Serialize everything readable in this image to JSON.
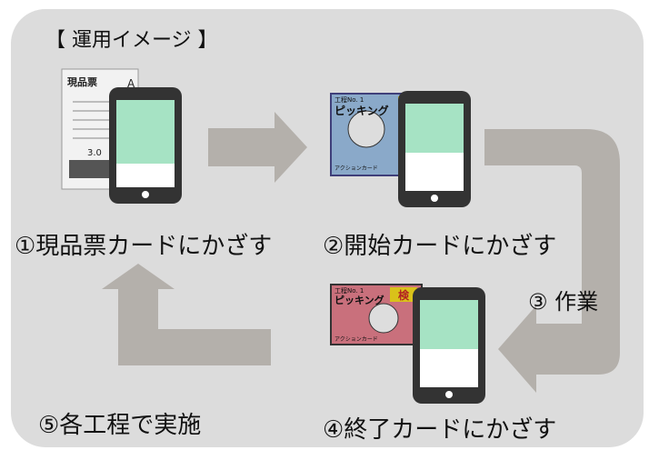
{
  "title": "【 運用イメージ 】",
  "steps": [
    {
      "label": "①現品票カードにかざす"
    },
    {
      "label": "②開始カードにかざす"
    },
    {
      "label": "③ 作業"
    },
    {
      "label": "④終了カードにかざす"
    },
    {
      "label": "⑤各工程で実施"
    }
  ],
  "cards": {
    "genpinhyo": {
      "title": "現品票",
      "rows": [
        "A",
        "3.0"
      ]
    },
    "start": {
      "line1": "工程No. 1",
      "line2": "ピッキング",
      "footer": "アクションカード"
    },
    "end": {
      "line1": "工程No. 1",
      "line2": "ピッキング",
      "stamp": "検",
      "footer": "アクションカード"
    }
  },
  "colors": {
    "background": "#dcdcdc",
    "arrow": "#b4b0ab",
    "phone": "#333333",
    "screen": "#a6e3c4",
    "start_card": "#8aa9c9",
    "end_card": "#c9707c"
  }
}
